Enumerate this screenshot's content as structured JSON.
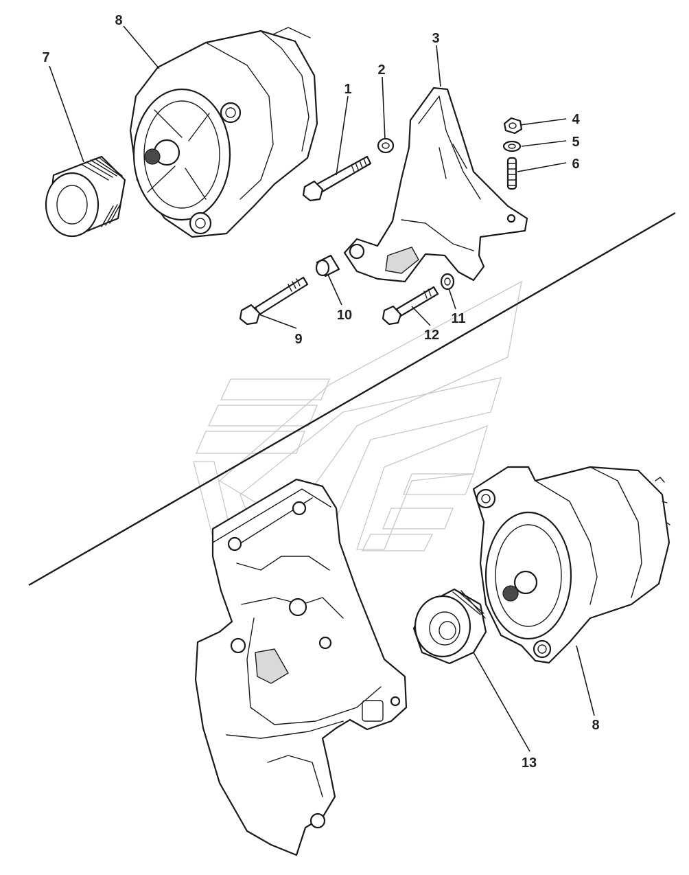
{
  "figure": {
    "callouts": [
      {
        "id": "c1",
        "label": "1"
      },
      {
        "id": "c2",
        "label": "2"
      },
      {
        "id": "c3",
        "label": "3"
      },
      {
        "id": "c4",
        "label": "4"
      },
      {
        "id": "c5",
        "label": "5"
      },
      {
        "id": "c6",
        "label": "6"
      },
      {
        "id": "c7",
        "label": "7"
      },
      {
        "id": "c8a",
        "label": "8"
      },
      {
        "id": "c8b",
        "label": "8"
      },
      {
        "id": "c9",
        "label": "9"
      },
      {
        "id": "c10",
        "label": "10"
      },
      {
        "id": "c11",
        "label": "11"
      },
      {
        "id": "c12",
        "label": "12"
      },
      {
        "id": "c13",
        "label": "13"
      }
    ]
  },
  "colors": {
    "line": "#1a1a1a",
    "watermark": "#c8c8c8",
    "background": "#ffffff"
  }
}
